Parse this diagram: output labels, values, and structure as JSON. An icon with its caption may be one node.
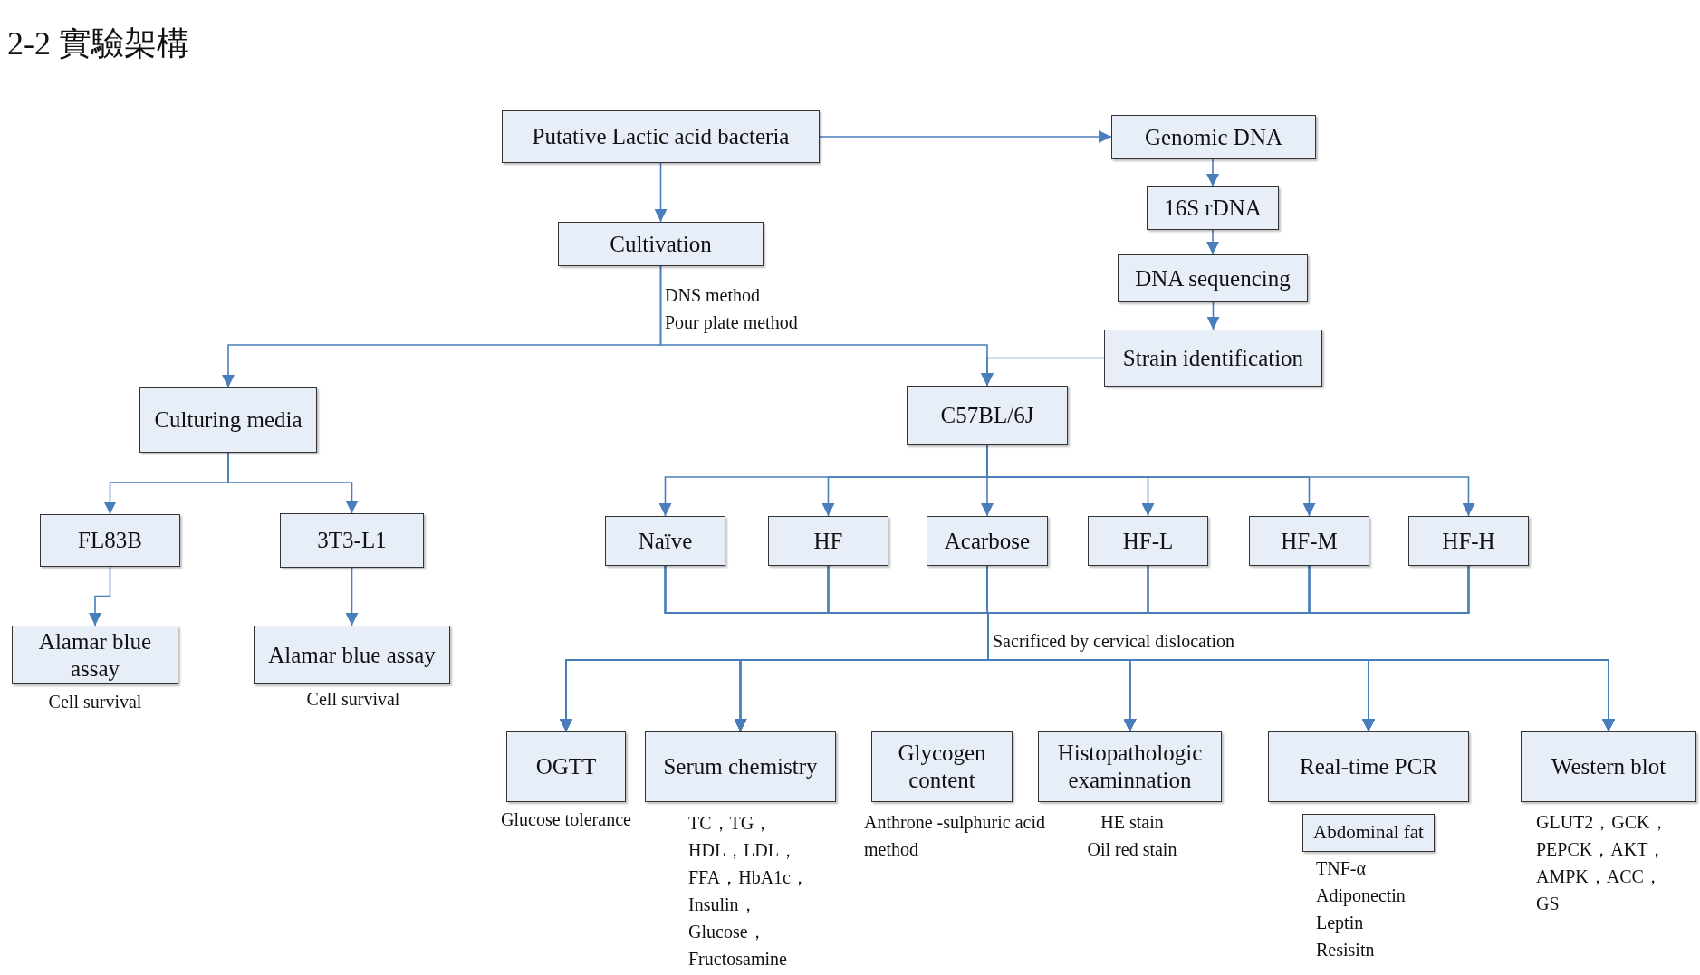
{
  "diagram": {
    "title": "2-2 實驗架構",
    "nodes": [
      {
        "text": [
          "Putative Lactic acid bacteria"
        ]
      },
      {
        "text": [
          "Genomic DNA"
        ]
      },
      {
        "text": [
          "16S rDNA"
        ]
      },
      {
        "text": [
          "DNA sequencing"
        ]
      },
      {
        "text": [
          "Strain identification"
        ]
      },
      {
        "text": [
          "Cultivation"
        ]
      },
      {
        "text": [
          "Culturing media"
        ]
      },
      {
        "text": [
          "C57BL/6J"
        ]
      },
      {
        "text": [
          "FL83B"
        ]
      },
      {
        "text": [
          "3T3-L1"
        ]
      },
      {
        "text": [
          "Alamar blue assay"
        ],
        "beside": [
          "Cell survival"
        ]
      },
      {
        "text": [
          "Alamar blue assay"
        ],
        "beside": [
          "Cell survival"
        ]
      },
      {
        "text": [
          "Naïve"
        ]
      },
      {
        "text": [
          "HF"
        ]
      },
      {
        "text": [
          "Acarbose"
        ]
      },
      {
        "text": [
          "HF-L"
        ]
      },
      {
        "text": [
          "HF-M"
        ]
      },
      {
        "text": [
          "HF-H"
        ]
      },
      {
        "text": [
          "OGTT"
        ],
        "beside": [
          "Glucose tolerance"
        ]
      },
      {
        "text": [
          "Serum chemistry"
        ],
        "beside": [
          "TC，TG，",
          "HDL，LDL，",
          "FFA，HbA1c，",
          "Insulin，",
          "Glucose，",
          "Fructosamine"
        ]
      },
      {
        "text": [
          "Glycogen content"
        ],
        "beside": [
          "Anthrone -sulphuric acid method"
        ]
      },
      {
        "text": [
          "Histopathologic examinnation"
        ],
        "beside": [
          "HE stain",
          "Oil red stain"
        ]
      },
      {
        "text": [
          "Real-time PCR"
        ]
      },
      {
        "text": [
          "Abdominal fat"
        ],
        "beside": [
          "TNF-α",
          "Adiponectin",
          "Leptin",
          "Resisitn"
        ]
      },
      {
        "text": [
          "Western blot"
        ],
        "beside": [
          "GLUT2，GCK，",
          "PEPCK，AKT，",
          "AMPK，ACC，",
          "GS"
        ]
      }
    ],
    "edges": [
      {
        "from": 0,
        "to": 1,
        "arrow": "to"
      },
      {
        "from": 0,
        "to": 5,
        "arrow": "to"
      },
      {
        "from": 1,
        "to": 2,
        "arrow": "to"
      },
      {
        "from": 2,
        "to": 3,
        "arrow": "to"
      },
      {
        "from": 3,
        "to": 4,
        "arrow": "to"
      },
      {
        "from": 4,
        "to": 7,
        "arrow": "to"
      },
      {
        "from": 5,
        "to": 6,
        "arrow": "to"
      },
      {
        "from": 5,
        "to": 7,
        "arrow": "to"
      },
      {
        "from": 6,
        "to": 8,
        "arrow": "to"
      },
      {
        "from": 6,
        "to": 9,
        "arrow": "to"
      },
      {
        "from": 8,
        "to": 10,
        "arrow": "to"
      },
      {
        "from": 9,
        "to": 11,
        "arrow": "to"
      },
      {
        "from": 7,
        "to": 12,
        "arrow": "to"
      },
      {
        "from": 7,
        "to": 13,
        "arrow": "to"
      },
      {
        "from": 7,
        "to": 14,
        "arrow": "to"
      },
      {
        "from": 7,
        "to": 15,
        "arrow": "to"
      },
      {
        "from": 7,
        "to": 16,
        "arrow": "to"
      },
      {
        "from": 7,
        "to": 17,
        "arrow": "to"
      },
      {
        "from": 12,
        "to": 18,
        "arrow": "to"
      },
      {
        "from": 12,
        "to": 19,
        "arrow": "to"
      },
      {
        "from": 12,
        "to": 21,
        "arrow": "to"
      },
      {
        "from": 12,
        "to": 22,
        "arrow": "to"
      },
      {
        "from": 12,
        "to": 24,
        "arrow": "to"
      },
      {
        "from": 13,
        "to": 18,
        "arrow": "to"
      },
      {
        "from": 13,
        "to": 19,
        "arrow": "to"
      },
      {
        "from": 13,
        "to": 21,
        "arrow": "to"
      },
      {
        "from": 13,
        "to": 22,
        "arrow": "to"
      },
      {
        "from": 13,
        "to": 24,
        "arrow": "to"
      },
      {
        "from": 14,
        "to": 18,
        "arrow": "to"
      },
      {
        "from": 14,
        "to": 19,
        "arrow": "to"
      },
      {
        "from": 14,
        "to": 21,
        "arrow": "to"
      },
      {
        "from": 14,
        "to": 22,
        "arrow": "to"
      },
      {
        "from": 14,
        "to": 24,
        "arrow": "to"
      },
      {
        "from": 15,
        "to": 18,
        "arrow": "to"
      },
      {
        "from": 15,
        "to": 19,
        "arrow": "to"
      },
      {
        "from": 15,
        "to": 21,
        "arrow": "to"
      },
      {
        "from": 15,
        "to": 22,
        "arrow": "to"
      },
      {
        "from": 15,
        "to": 24,
        "arrow": "to"
      },
      {
        "from": 16,
        "to": 18,
        "arrow": "to"
      },
      {
        "from": 16,
        "to": 19,
        "arrow": "to"
      },
      {
        "from": 16,
        "to": 21,
        "arrow": "to"
      },
      {
        "from": 16,
        "to": 22,
        "arrow": "to"
      },
      {
        "from": 16,
        "to": 24,
        "arrow": "to"
      },
      {
        "from": 17,
        "to": 18,
        "arrow": "to"
      },
      {
        "from": 17,
        "to": 19,
        "arrow": "to"
      },
      {
        "from": 17,
        "to": 21,
        "arrow": "to"
      },
      {
        "from": 17,
        "to": 22,
        "arrow": "to"
      },
      {
        "from": 17,
        "to": 24,
        "arrow": "to"
      }
    ],
    "labels": [
      "DNS method",
      "Pour plate method",
      "Sacrificed by cervical dislocation"
    ]
  }
}
